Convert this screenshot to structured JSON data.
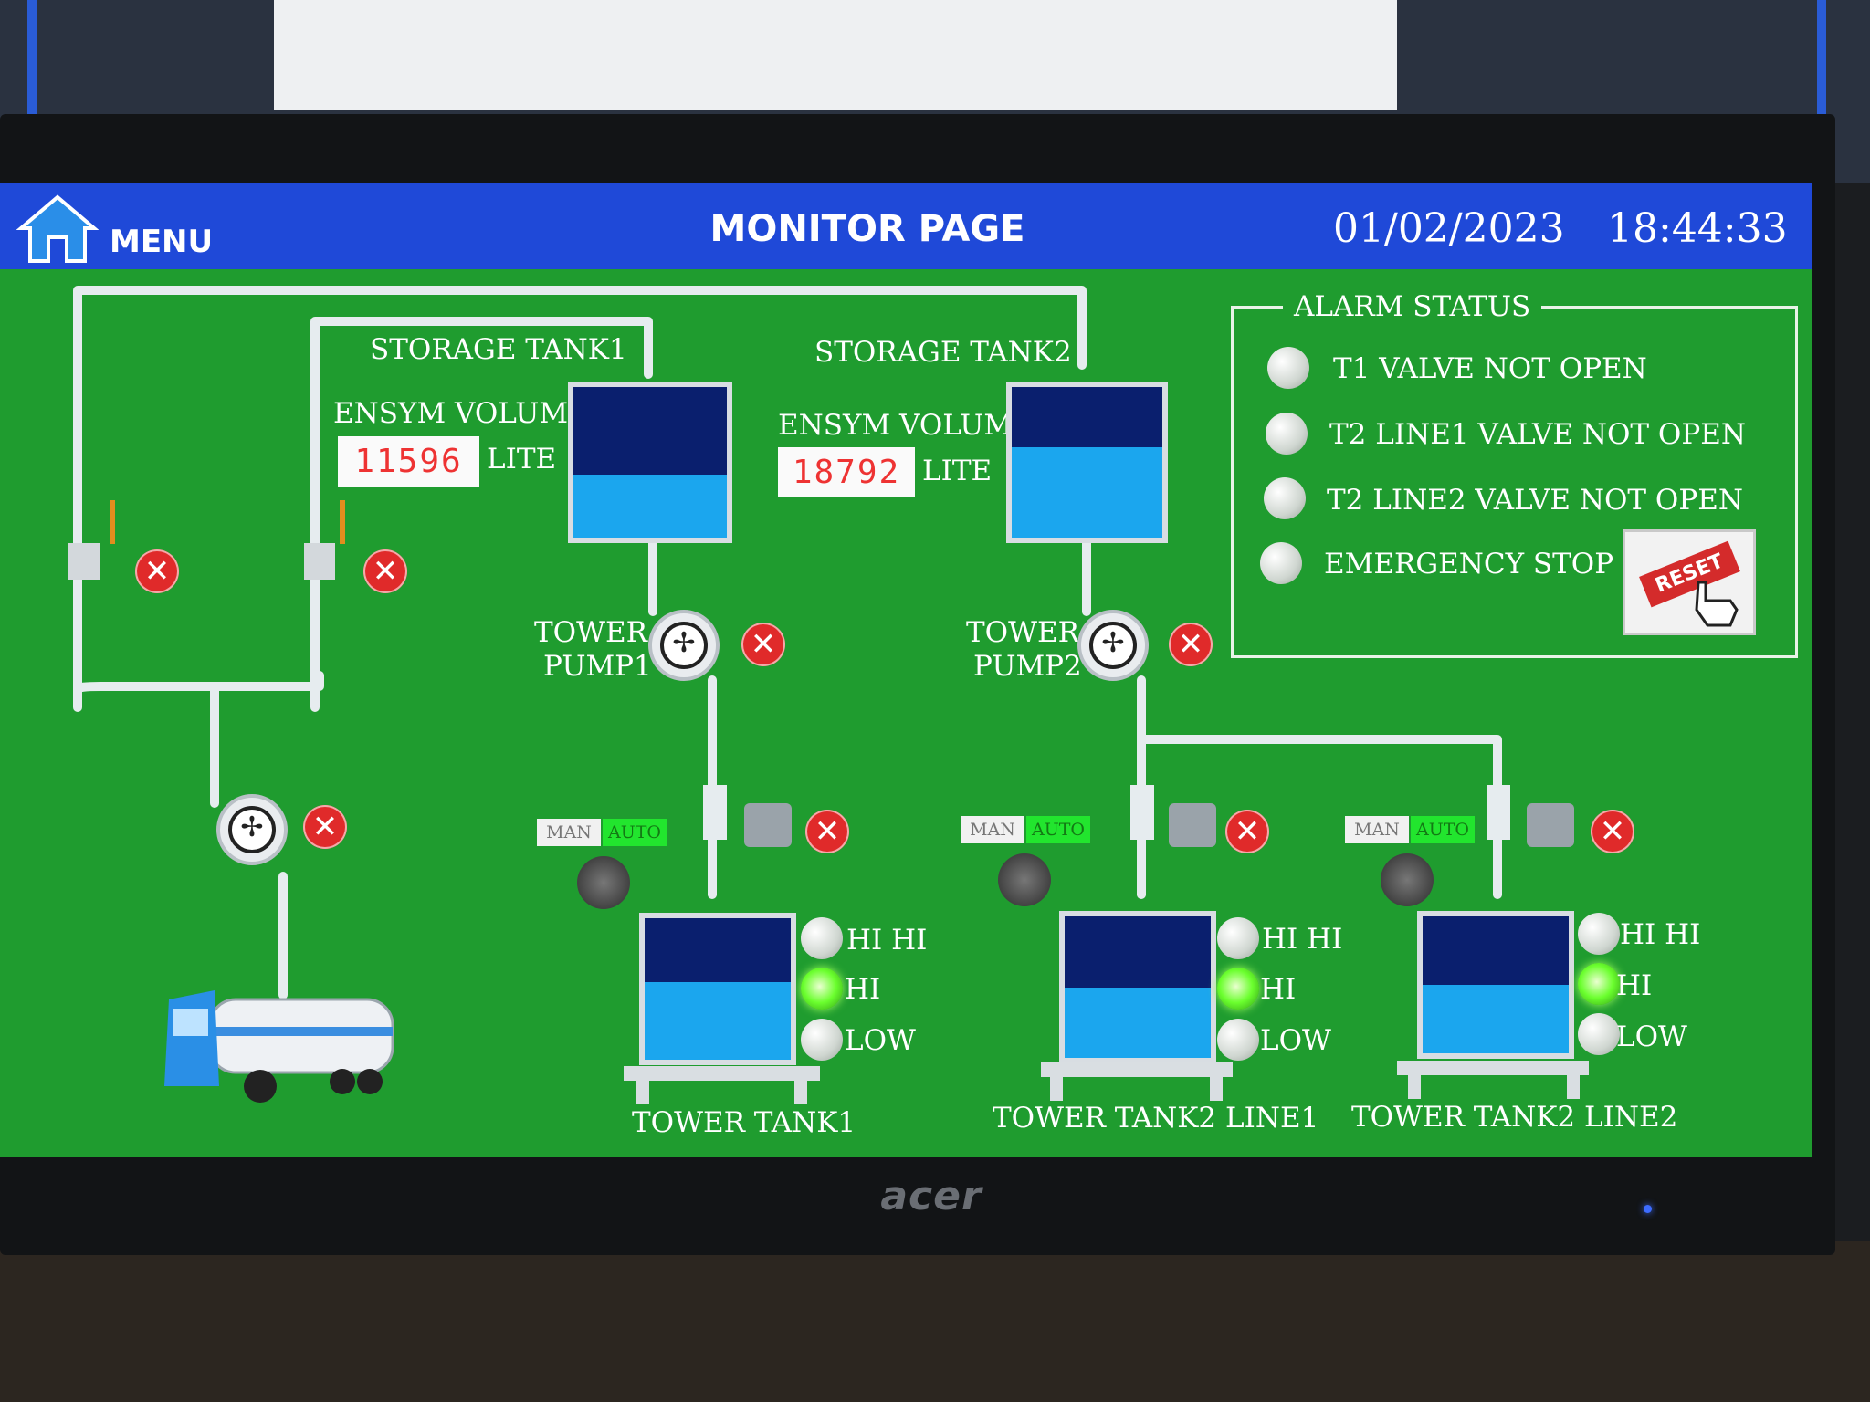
{
  "header": {
    "menu_label": "MENU",
    "title": "MONITOR PAGE",
    "date": "01/02/2023",
    "time": "18:44:33"
  },
  "storage_tanks": [
    {
      "label": "STORAGE  TANK1",
      "volume_label": "ENSYM  VOLUME",
      "volume": "11596",
      "unit": "LITE",
      "level": 0.42
    },
    {
      "label": "STORAGE  TANK2",
      "volume_label": "ENSYM  VOLUME",
      "volume": "18792",
      "unit": "LITE",
      "level": 0.6
    }
  ],
  "pumps": [
    {
      "label_line1": "TOWER",
      "label_line2": "PUMP1"
    },
    {
      "label_line1": "TOWER",
      "label_line2": "PUMP2"
    }
  ],
  "mode_switch": {
    "man": "MAN",
    "auto": "AUTO"
  },
  "tower_tanks": [
    {
      "label": "TOWER  TANK1",
      "level": 0.55,
      "hihi": "HI  HI",
      "hi": "HI",
      "low": "LOW"
    },
    {
      "label": "TOWER  TANK2  LINE1",
      "level": 0.5,
      "hihi": "HI  HI",
      "hi": "HI",
      "low": "LOW"
    },
    {
      "label": "TOWER  TANK2  LINE2",
      "level": 0.5,
      "hihi": "HI  HI",
      "hi": "HI",
      "low": "LOW"
    }
  ],
  "alarm": {
    "title": "ALARM  STATUS",
    "items": [
      "T1  VALVE  NOT  OPEN",
      "T2  LINE1  VALVE  NOT  OPEN",
      "T2  LINE2  VALVE  NOT  OPEN",
      "EMERGENCY  STOP"
    ],
    "reset_label": "RESET"
  },
  "status_icon": "✕",
  "monitor_brand": "acer",
  "colors": {
    "background": "#1f9c2f",
    "header": "#1f49d8",
    "water": "#1ba6ee",
    "alarm_x": "#e02a2a",
    "lamp_on": "#6bff2e"
  }
}
